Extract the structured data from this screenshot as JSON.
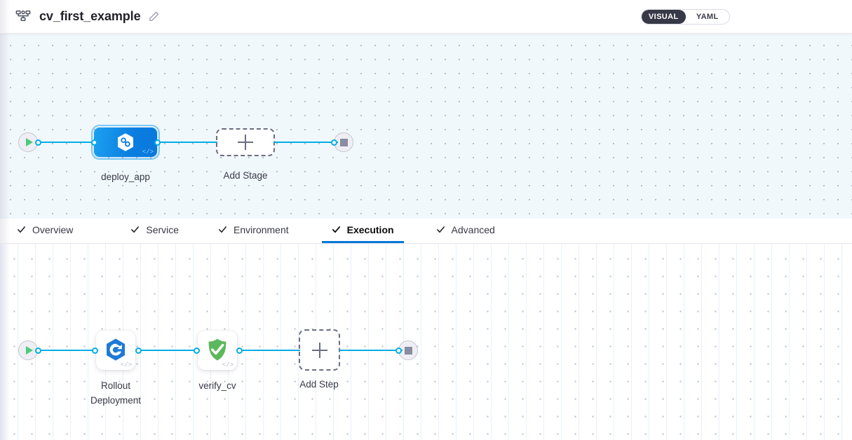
{
  "header": {
    "pipeline_icon": "pipeline-icon",
    "title": "cv_first_example",
    "edit_icon": "pencil-edit-icon",
    "mode_toggle": {
      "options": [
        {
          "label": "VISUAL",
          "active": true
        },
        {
          "label": "YAML",
          "active": false
        }
      ],
      "active_color": "#383946"
    }
  },
  "tabs": [
    {
      "label": "Overview",
      "check_icon": "check-icon",
      "active": false
    },
    {
      "label": "Service",
      "check_icon": "check-icon",
      "active": false
    },
    {
      "label": "Environment",
      "check_icon": "check-icon",
      "active": false
    },
    {
      "label": "Execution",
      "check_icon": "check-icon",
      "active": true
    },
    {
      "label": "Advanced",
      "check_icon": "check-icon",
      "active": false
    }
  ],
  "stage_canvas": {
    "start_node": {
      "icon": "play-icon",
      "color": "#4fc87a"
    },
    "stages": [
      {
        "name": "deploy_app",
        "type": "deployment",
        "icon": "harness-cd-hexagon-icon",
        "code_badge": "</>",
        "selected": true,
        "color": "#0a7ee0"
      }
    ],
    "add_stage": {
      "label": "Add Stage",
      "icon": "plus-icon"
    },
    "end_node": {
      "icon": "stop-icon",
      "color": "#8a8ca0"
    }
  },
  "step_canvas": {
    "start_node": {
      "icon": "play-icon",
      "color": "#4fc87a"
    },
    "steps": [
      {
        "name": "Rollout\nDeployment",
        "icon": "rollout-deployment-icon",
        "code_badge": "</>",
        "color": "#1e7ad6"
      },
      {
        "name": "verify_cv",
        "icon": "verify-shield-check-icon",
        "code_badge": "</>",
        "color": "#5cb85c"
      }
    ],
    "add_step": {
      "label": "Add Step",
      "icon": "plus-icon"
    },
    "end_node": {
      "icon": "stop-icon",
      "color": "#8a8ca0"
    }
  },
  "colors": {
    "edge": "#00ade4",
    "stage_canvas_bg": "#f1f8fb",
    "step_canvas_bg": "#ffffff",
    "active_tab_underline": "#0278d5"
  }
}
